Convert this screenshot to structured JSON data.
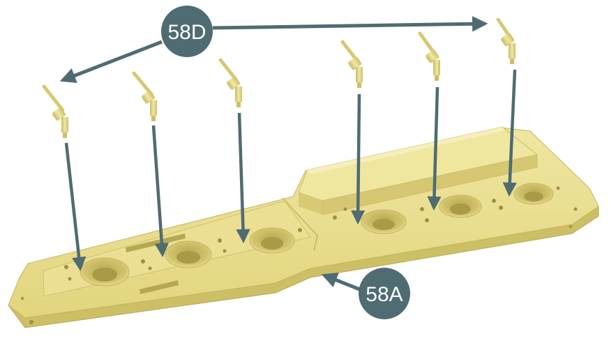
{
  "labels": {
    "plug_part": "58D",
    "base_part": "58A"
  },
  "colors": {
    "part_fill": "#e8dd8a",
    "part_shade": "#cdbf66",
    "part_dark": "#a99a48",
    "arrow": "#4f6c72",
    "badge": "#4f6c72",
    "badge_text": "#ffffff"
  },
  "components": {
    "spark_plug_count": 6,
    "cylinder_bore_count": 6
  }
}
